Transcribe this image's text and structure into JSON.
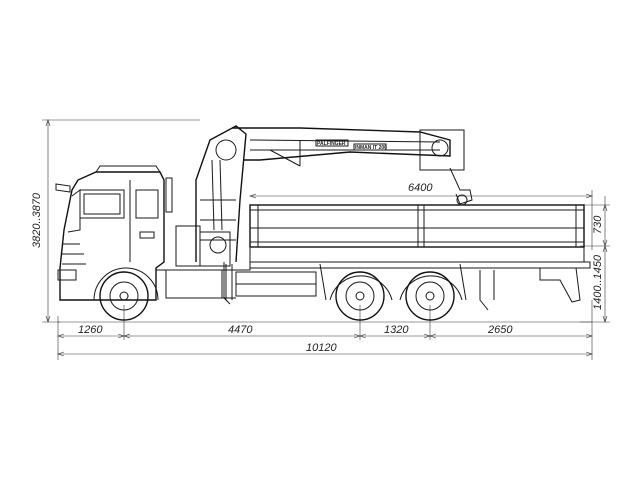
{
  "drawing": {
    "dimensions": {
      "height_total": "3820..3870",
      "bed_length": "6400",
      "side_height": "730",
      "platform_height": "1400..1450",
      "front_overhang": "1260",
      "wheelbase_front": "4470",
      "axle_spacing": "1320",
      "rear_overhang": "2650",
      "overall_length": "10120"
    },
    "crane_labels": {
      "brand": "PALFINGER",
      "model": "INMAN IT 200"
    }
  }
}
